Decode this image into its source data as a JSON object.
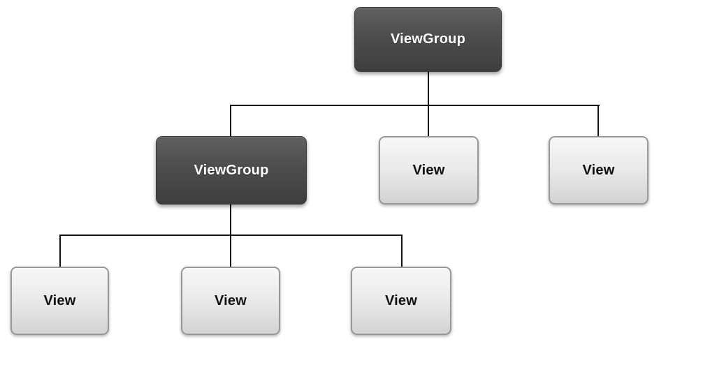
{
  "diagram": {
    "kind": "view-hierarchy-tree",
    "nodes": {
      "root_viewgroup": {
        "label": "ViewGroup",
        "type": "viewgroup"
      },
      "child_viewgroup": {
        "label": "ViewGroup",
        "type": "viewgroup"
      },
      "child_view_middle": {
        "label": "View",
        "type": "view"
      },
      "child_view_right": {
        "label": "View",
        "type": "view"
      },
      "grandchild_view_left": {
        "label": "View",
        "type": "view"
      },
      "grandchild_view_middle": {
        "label": "View",
        "type": "view"
      },
      "grandchild_view_right": {
        "label": "View",
        "type": "view"
      }
    },
    "edges": [
      {
        "from": "root_viewgroup",
        "to": "child_viewgroup"
      },
      {
        "from": "root_viewgroup",
        "to": "child_view_middle"
      },
      {
        "from": "root_viewgroup",
        "to": "child_view_right"
      },
      {
        "from": "child_viewgroup",
        "to": "grandchild_view_left"
      },
      {
        "from": "child_viewgroup",
        "to": "grandchild_view_middle"
      },
      {
        "from": "child_viewgroup",
        "to": "grandchild_view_right"
      }
    ],
    "colors": {
      "viewgroup_bg_top": "#606060",
      "viewgroup_bg_bottom": "#3e3e3e",
      "viewgroup_text": "#ffffff",
      "view_bg_top": "#f7f7f7",
      "view_bg_bottom": "#d3d3d3",
      "view_border": "#979797",
      "view_text": "#111111",
      "connector": "#121212",
      "background": "#ffffff"
    }
  }
}
